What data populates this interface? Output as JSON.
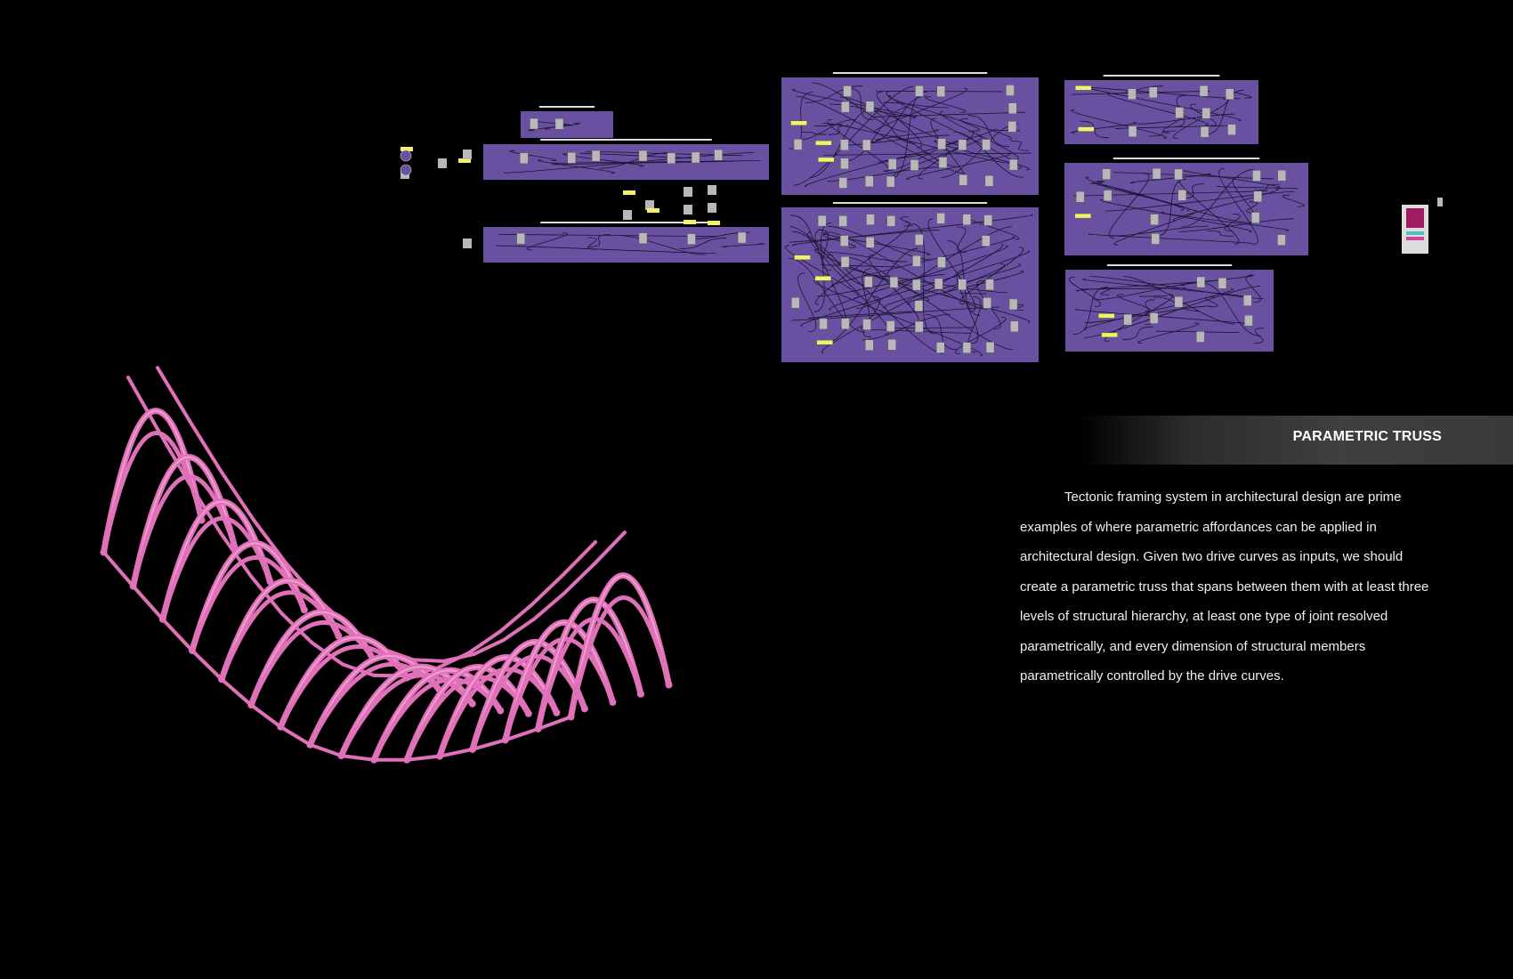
{
  "section": {
    "title": "PARAMETRIC TRUSS",
    "description": "Tectonic framing system in architectural design are prime examples of where parametric affordances can be applied in architectural design. Given two drive curves as inputs, we should create a parametric truss that spans between them with at least three levels of structural hierarchy, at least one type of joint resolved parametrically, and every dimension of structural members parametrically controlled by the drive curves."
  },
  "colors": {
    "background": "#000000",
    "truss": "#e070b8",
    "truss_highlight": "#f7b3dc",
    "node_graph_group": "#6a50a0",
    "slider": "#f2f26a",
    "component": "#b8b8b8"
  },
  "graphics": {
    "truss_render": "parametric-truss-render",
    "node_graph": "grasshopper-definition"
  }
}
